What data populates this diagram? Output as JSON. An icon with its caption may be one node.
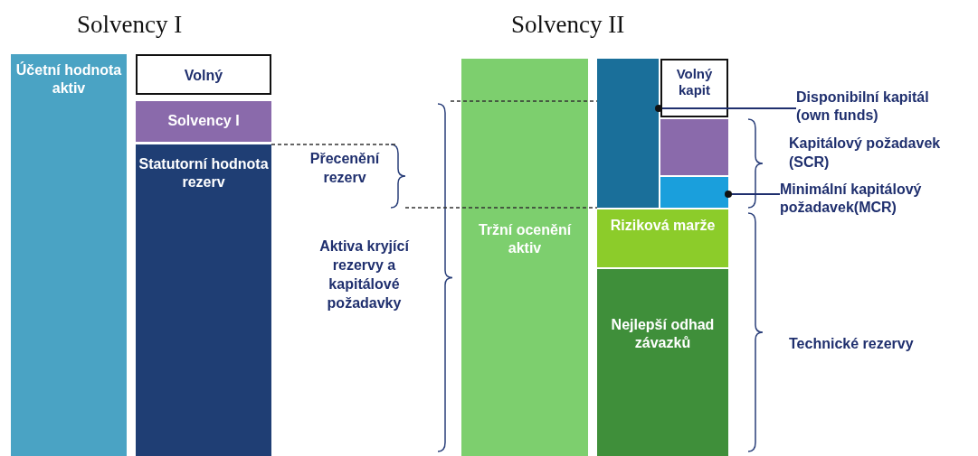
{
  "diagram": {
    "nodes": [
      {
        "text": [
          "Účetní hodnota aktiv"
        ]
      },
      {
        "text": [
          "Volný"
        ]
      },
      {
        "text": [
          "Solvency I"
        ]
      },
      {
        "text": [
          "Statutorní hodnota rezerv"
        ]
      },
      {
        "text": [
          "Tržní ocenění aktiv"
        ]
      },
      {
        "text": [],
        "shape": "box"
      },
      {
        "text": [
          "Volný kapit"
        ]
      },
      {
        "text": [],
        "shape": "box"
      },
      {
        "text": [],
        "shape": "box"
      },
      {
        "text": [
          "Riziková marže"
        ]
      },
      {
        "text": [
          "Nejlepší odhad závazků"
        ]
      },
      {
        "text": [
          "Disponibilní kapitál (own funds)"
        ]
      },
      {
        "text": [
          "Minimální kapitálový požadavek(MCR)"
        ]
      }
    ],
    "edges": [
      {
        "from": 11,
        "to": 5,
        "arrow": "other"
      },
      {
        "from": 12,
        "to": 8,
        "arrow": "other"
      }
    ],
    "labels": [
      "Solvency I",
      "Solvency II",
      "Přecenění rezerv",
      "Kapitálový požadavek (SCR)",
      "Aktiva kryjící rezervy a kapitálové požadavky",
      "Technické rezervy"
    ]
  }
}
